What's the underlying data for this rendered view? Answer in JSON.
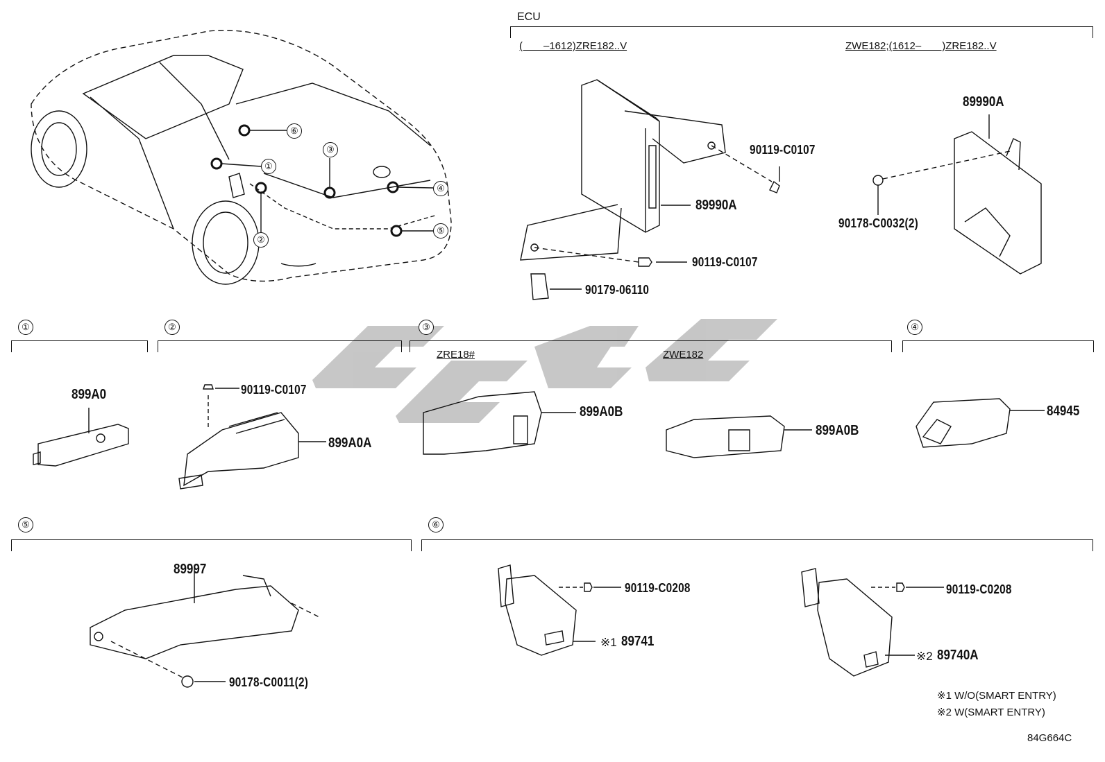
{
  "ecu": {
    "title": "ECU",
    "variant_left": "(　　–1612)ZRE182..V",
    "variant_right": "ZWE182;(1612–　　)ZRE182..V",
    "left_parts": [
      "90119-C0107",
      "89990A",
      "90119-C0107",
      "90179-06110"
    ],
    "right_parts": [
      "89990A",
      "90178-C0032(2)"
    ]
  },
  "car_callouts": [
    "①",
    "②",
    "③",
    "④",
    "⑤",
    "⑥"
  ],
  "sections": {
    "s1": {
      "num": "①",
      "parts": [
        "899A0"
      ]
    },
    "s2": {
      "num": "②",
      "parts": [
        "90119-C0107",
        "899A0A"
      ]
    },
    "s3": {
      "num": "③",
      "sub_left": "ZRE18#",
      "sub_right": "ZWE182",
      "parts": [
        "899A0B",
        "899A0B"
      ]
    },
    "s4": {
      "num": "④",
      "parts": [
        "84945"
      ]
    },
    "s5": {
      "num": "⑤",
      "parts": [
        "89997",
        "90178-C0011(2)"
      ]
    },
    "s6": {
      "num": "⑥",
      "parts": [
        "90119-C0208",
        "89741",
        "90119-C0208",
        "89740A"
      ],
      "mark1": "※1",
      "mark2": "※2"
    }
  },
  "notes": [
    "※1 W/O(SMART ENTRY)",
    "※2 W(SMART ENTRY)"
  ],
  "diagram_code": "84G664C",
  "watermark_color": "#bdbdbd"
}
